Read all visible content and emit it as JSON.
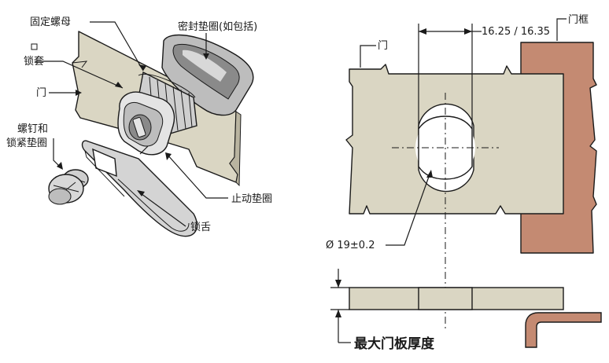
{
  "labels": {
    "fixing_nut": "固定螺母",
    "seal_washer": "密封垫圈(如包括)",
    "sleeve": "锁套",
    "door_left": "门",
    "screw_washer_line1": "螺钉和",
    "screw_washer_line2": "锁紧垫圈",
    "stop_washer": "止动垫圈",
    "cam": "锁舌",
    "door_right": "门",
    "frame": "门框",
    "cutout_width": "16.25 / 16.35",
    "hole_diameter": "Ø 19±0.2",
    "max_thickness": "最大门板厚度"
  },
  "colors": {
    "door": "#dad6c3",
    "frame": "#c48a72",
    "metal_light": "#e4e4e4",
    "metal_mid": "#bdbdbd",
    "metal_dark": "#8a8a8a",
    "seal": "#3a3a3a"
  }
}
